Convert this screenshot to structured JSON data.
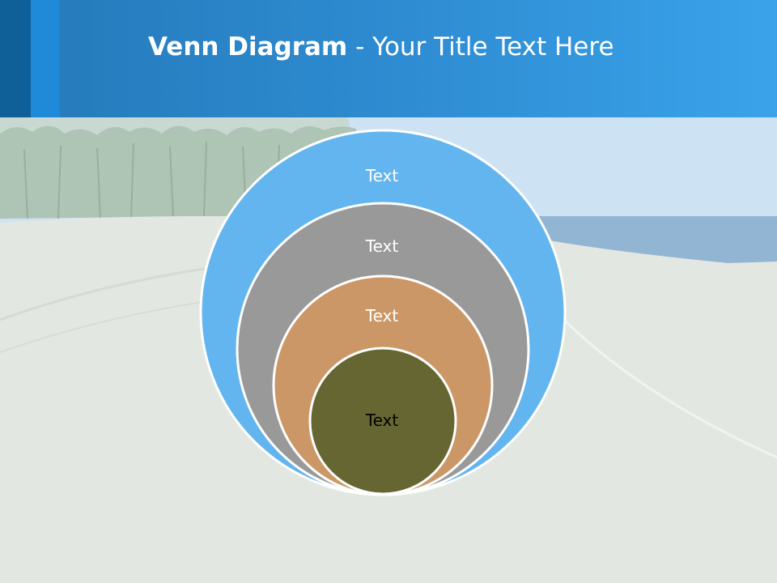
{
  "slide": {
    "title_bold": "Venn Diagram",
    "title_rest": " - Your Title Text Here"
  },
  "diagram": {
    "circles": [
      {
        "label": "Text",
        "fill": "#63b5ef",
        "text_color": "#ffffff"
      },
      {
        "label": "Text",
        "fill": "#999999",
        "text_color": "#ffffff"
      },
      {
        "label": "Text",
        "fill": "#cc9766",
        "text_color": "#ffffff"
      },
      {
        "label": "Text",
        "fill": "#666633",
        "text_color": "#000000"
      }
    ]
  },
  "colors": {
    "header": "#2f8dd3",
    "header_dark": "#0f5f99",
    "sky": "#cfe3f4",
    "sea": "#8fb3d4",
    "sand": "#e4eae4"
  }
}
